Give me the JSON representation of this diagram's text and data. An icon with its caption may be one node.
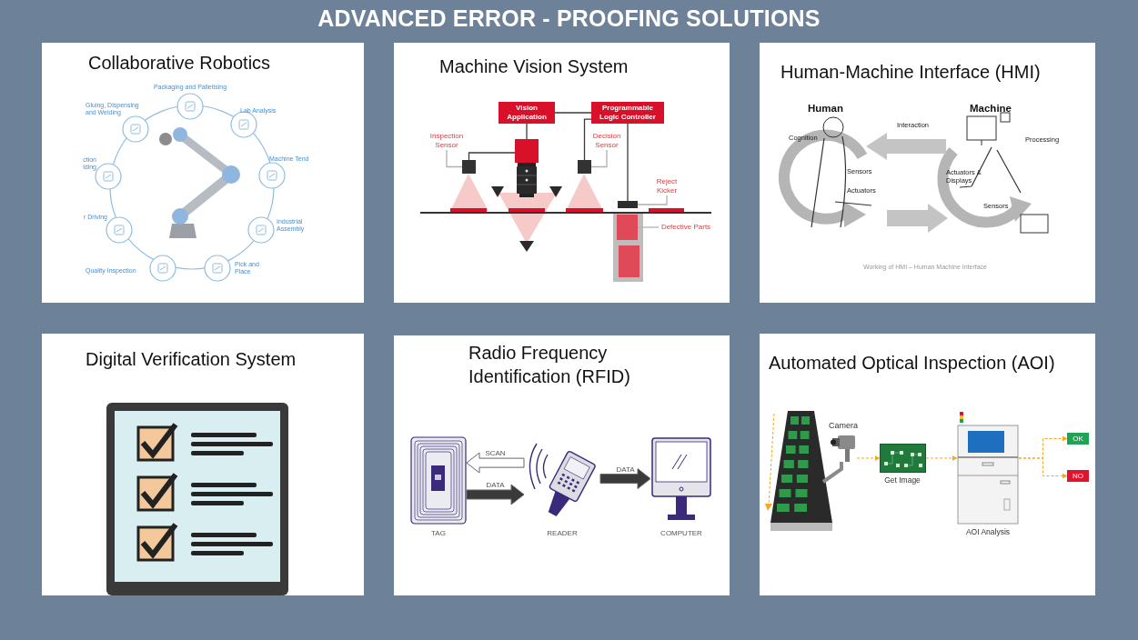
{
  "diagram": {
    "title": "ADVANCED ERROR - PROOFING SOLUTIONS",
    "nodes": [
      {
        "text": [
          "Collaborative Robotics"
        ]
      },
      {
        "text": [
          "Machine Vision System"
        ]
      },
      {
        "text": [
          "Human-Machine Interface (HMI)"
        ]
      },
      {
        "text": [
          "Digital Verification System"
        ]
      },
      {
        "text": [
          "Radio Frequency Identification (RFID)"
        ]
      },
      {
        "text": [
          "Automated Optical Inspection (AOI)"
        ]
      },
      {
        "text": [
          "Vision Application"
        ],
        "in": 1
      },
      {
        "text": [
          "Programmable Logic Controller"
        ],
        "in": 1
      },
      {
        "text": [
          "Inspection Sensor"
        ],
        "in": 1
      },
      {
        "text": [
          "Decision Sensor"
        ],
        "in": 1
      },
      {
        "text": [],
        "shape": "box",
        "in": 1
      },
      {
        "text": [],
        "shape": "picture",
        "in": 1
      },
      {
        "text": [],
        "shape": "box",
        "in": 1
      },
      {
        "text": [
          "Reject Kicker"
        ],
        "in": 1
      },
      {
        "text": [],
        "shape": "box",
        "in": 1
      },
      {
        "text": [
          "Defective Parts"
        ],
        "in": 1
      },
      {
        "text": [],
        "shape": "box",
        "in": 1
      },
      {
        "text": [],
        "shape": "picture",
        "beside": [
          "TAG"
        ],
        "in": 4
      },
      {
        "text": [],
        "shape": "picture",
        "beside": [
          "READER"
        ],
        "in": 4
      },
      {
        "text": [],
        "shape": "picture",
        "beside": [
          "COMPUTER"
        ],
        "in": 4
      },
      {
        "text": [],
        "shape": "picture",
        "beside": [
          "Camera"
        ],
        "in": 5
      },
      {
        "text": [],
        "shape": "picture",
        "beside": [
          "Get Image"
        ],
        "in": 5
      },
      {
        "text": [],
        "shape": "picture",
        "beside": [
          "AOI Analysis"
        ],
        "in": 5
      },
      {
        "text": [
          "OK"
        ],
        "in": 5
      },
      {
        "text": [
          "NO"
        ],
        "in": 5
      }
    ],
    "edges": [
      {
        "from": 6,
        "to": 7,
        "arrow": "none"
      },
      {
        "from": 6,
        "to": 11,
        "arrow": "none"
      },
      {
        "from": 10,
        "to": 11,
        "arrow": "none"
      },
      {
        "from": 7,
        "to": 12,
        "arrow": "none"
      },
      {
        "from": 7,
        "to": 14,
        "arrow": "none"
      },
      {
        "from": 8,
        "to": 10,
        "arrow": "none",
        "color": "#b0b0b0"
      },
      {
        "from": 9,
        "to": 12,
        "arrow": "none",
        "color": "#b0b0b0"
      },
      {
        "from": 13,
        "to": 14,
        "arrow": "none",
        "color": "#b0b0b0"
      },
      {
        "from": 15,
        "to": 16,
        "arrow": "none",
        "color": "#b0b0b0"
      },
      {
        "from": 18,
        "to": 17,
        "arrow": "to",
        "label": "SCAN",
        "style": "thick",
        "color": "#ffffff"
      },
      {
        "from": 17,
        "to": 18,
        "arrow": "to",
        "label": "DATA",
        "style": "thick"
      },
      {
        "from": 18,
        "to": 19,
        "arrow": "to",
        "label": "DATA",
        "style": "thick"
      },
      {
        "from": 20,
        "to": 21,
        "arrow": "to",
        "style": "dashed",
        "color": "#f5a623"
      },
      {
        "from": 21,
        "to": 22,
        "arrow": "to",
        "style": "dashed",
        "color": "#f5a623"
      },
      {
        "from": 22,
        "to": 23,
        "arrow": "to",
        "style": "dashed",
        "color": "#f5a623"
      },
      {
        "from": 22,
        "to": 24,
        "arrow": "to",
        "style": "dashed",
        "color": "#f5a623"
      }
    ],
    "labels": [
      "Packaging and Palletising",
      "Gluing, Dispensing and Welding",
      "Lab Analysis",
      "ction lding",
      "Machine Tend",
      "r Driving",
      "Industrial Assembly",
      "Pick and Place",
      "Quality Inspection",
      "Human",
      "Machine",
      "Interaction",
      "Cognition",
      "Processing",
      "Sensors",
      "Actuators & Displays",
      "Actuators",
      "Sensors",
      "Working of HMI – Human Machine Interface"
    ]
  }
}
